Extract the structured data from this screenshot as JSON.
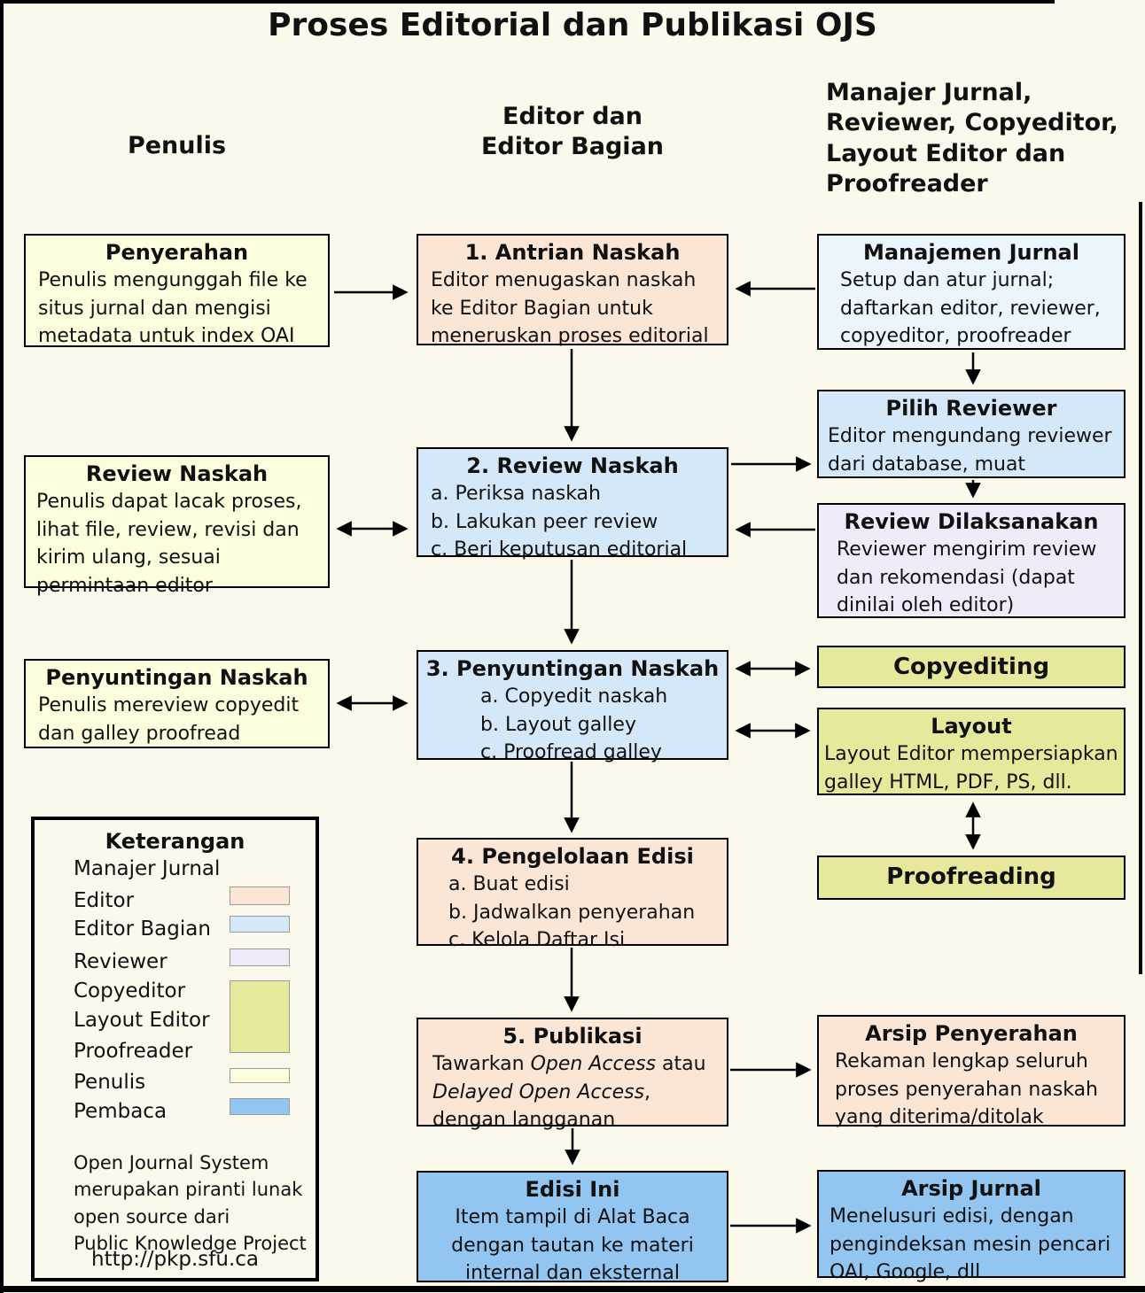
{
  "title": "Proses Editorial dan Publikasi OJS",
  "column_headers": {
    "left": "Penulis",
    "center": "Editor dan\nEditor Bagian",
    "right": "Manajer Jurnal,\nReviewer, Copyeditor,\nLayout Editor dan\nProofreader"
  },
  "colors": {
    "author": "#fdfddd",
    "editor": "#fbe5d5",
    "editor_bagian": "#d5e8fa",
    "journal_manager": "#eaf6fb",
    "reviewer": "#f2eaf8",
    "copyeditor_layout_proofreader": "#e6e89b",
    "reader": "#92c6f1"
  },
  "boxes": {
    "penyerahan": {
      "title": "Penyerahan",
      "body": "Penulis mengunggah file ke\nsitus jurnal dan mengisi\nmetadata untuk index OAI"
    },
    "antrian_naskah": {
      "title": "1. Antrian Naskah",
      "body": "Editor menugaskan naskah\nke Editor Bagian untuk\nmeneruskan proses editorial"
    },
    "manajemen_jurnal": {
      "title": "Manajemen Jurnal",
      "body": "Setup dan atur jurnal;\ndaftarkan editor, reviewer,\ncopyeditor, proofreader"
    },
    "pilih_reviewer": {
      "title": "Pilih Reviewer",
      "body": "Editor mengundang reviewer\ndari database, muat"
    },
    "review_dilaksanakan": {
      "title": "Review Dilaksanakan",
      "body": "Reviewer mengirim review\ndan rekomendasi (dapat\ndinilai oleh editor)"
    },
    "review_naskah_penulis": {
      "title": "Review Naskah",
      "body": "Penulis dapat lacak proses,\nlihat file, review, revisi dan\nkirim ulang, sesuai\npermintaan editor"
    },
    "review_naskah": {
      "title": "2. Review Naskah",
      "items": [
        "a. Periksa naskah",
        "b. Lakukan peer review",
        "c. Beri keputusan editorial"
      ]
    },
    "penyuntingan_naskah_penulis": {
      "title": "Penyuntingan Naskah",
      "body": "Penulis mereview copyedit\ndan galley proofread"
    },
    "penyuntingan_naskah": {
      "title": "3. Penyuntingan Naskah",
      "items": [
        "a. Copyedit naskah",
        "b. Layout galley",
        "c. Proofread galley"
      ]
    },
    "copyediting": {
      "title": "Copyediting"
    },
    "layout": {
      "title": "Layout",
      "body": "Layout Editor mempersiapkan\ngalley HTML, PDF, PS, dll."
    },
    "proofreading": {
      "title": "Proofreading"
    },
    "pengelolaan_edisi": {
      "title": "4. Pengelolaan Edisi",
      "items": [
        "a. Buat edisi",
        "b. Jadwalkan penyerahan",
        "c. Kelola Daftar Isi"
      ]
    },
    "publikasi": {
      "title": "5. Publikasi",
      "body_parts": [
        "Tawarkan ",
        "Open Access",
        " atau\n",
        "Delayed Open Access",
        ",\ndengan langganan"
      ]
    },
    "arsip_penyerahan": {
      "title": "Arsip Penyerahan",
      "body": "Rekaman lengkap seluruh\nproses penyerahan naskah\nyang diterima/ditolak"
    },
    "edisi_ini": {
      "title": "Edisi Ini",
      "body": "Item tampil di Alat Baca\ndengan tautan ke materi\ninternal dan eksternal"
    },
    "arsip_jurnal": {
      "title": "Arsip Jurnal",
      "body": "Menelusuri edisi, dengan\npengindeksan mesin pencari\nOAI, Google, dll"
    }
  },
  "legend": {
    "title": "Keterangan",
    "items": [
      {
        "label": "Manajer Jurnal",
        "swatch": null
      },
      {
        "label": "Editor",
        "swatch": "editor"
      },
      {
        "label": "Editor Bagian",
        "swatch": "editor_bagian"
      },
      {
        "label": "Reviewer",
        "swatch": "reviewer"
      },
      {
        "label": "Copyeditor",
        "swatch": "copyeditor_layout_proofreader"
      },
      {
        "label": "Layout Editor",
        "swatch": "copyeditor_layout_proofreader"
      },
      {
        "label": "Proofreader",
        "swatch": "copyeditor_layout_proofreader"
      },
      {
        "label": "Penulis",
        "swatch": "author"
      },
      {
        "label": "Pembaca",
        "swatch": "reader"
      }
    ],
    "note": "Open Journal System\nmerupakan piranti lunak\nopen source dari\nPublic Knowledge Project",
    "url": "http://pkp.sfu.ca"
  }
}
